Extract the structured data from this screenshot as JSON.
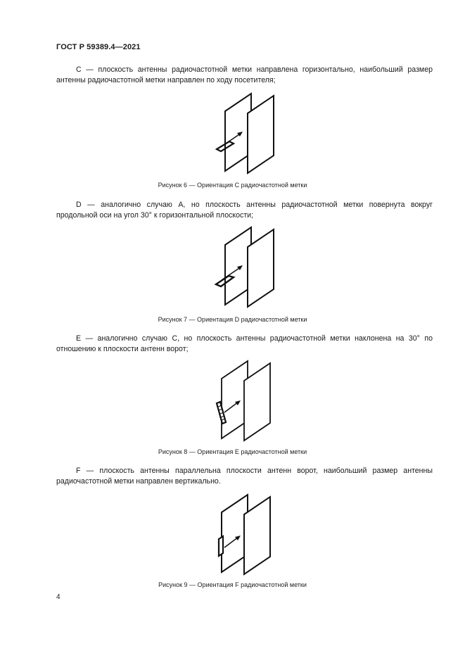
{
  "document": {
    "standard_id": "ГОСТ Р 59389.4—2021",
    "page_number": "4"
  },
  "sections": [
    {
      "line1": "C — плоскость антенны радиочастотной метки направлена горизонтально, наибольший размер",
      "line2": "антенны радиочастотной метки направлен по ходу посетителя;",
      "figure_caption": "Рисунок 6 — Ориентация C радиочастотной метки",
      "figure_icon": "orientation-c-diagram"
    },
    {
      "line1": "D — аналогично случаю A, но плоскость антенны радиочастотной метки повернута вокруг",
      "line2": "продольной оси на угол 30° к горизонтальной плоскости;",
      "figure_caption": "Рисунок 7 — Ориентация D радиочастотной метки",
      "figure_icon": "orientation-d-diagram"
    },
    {
      "line1": "E — аналогично случаю C, но плоскость антенны радиочастотной метки наклонена на 30° по",
      "line2": "отношению к плоскости антенн ворот;",
      "figure_caption": "Рисунок 8 — Ориентация E радиочастотной метки",
      "figure_icon": "orientation-e-diagram"
    },
    {
      "line1": "F — плоскость антенны параллельна плоскости антенн ворот, наибольший размер антенны",
      "line2": "радиочастотной метки направлен вертикально.",
      "figure_caption": "Рисунок 9 — Ориентация F радиочастотной метки",
      "figure_icon": "orientation-f-diagram"
    }
  ],
  "colors": {
    "text": "#1a1a1a",
    "line": "#111111",
    "background": "#ffffff"
  }
}
